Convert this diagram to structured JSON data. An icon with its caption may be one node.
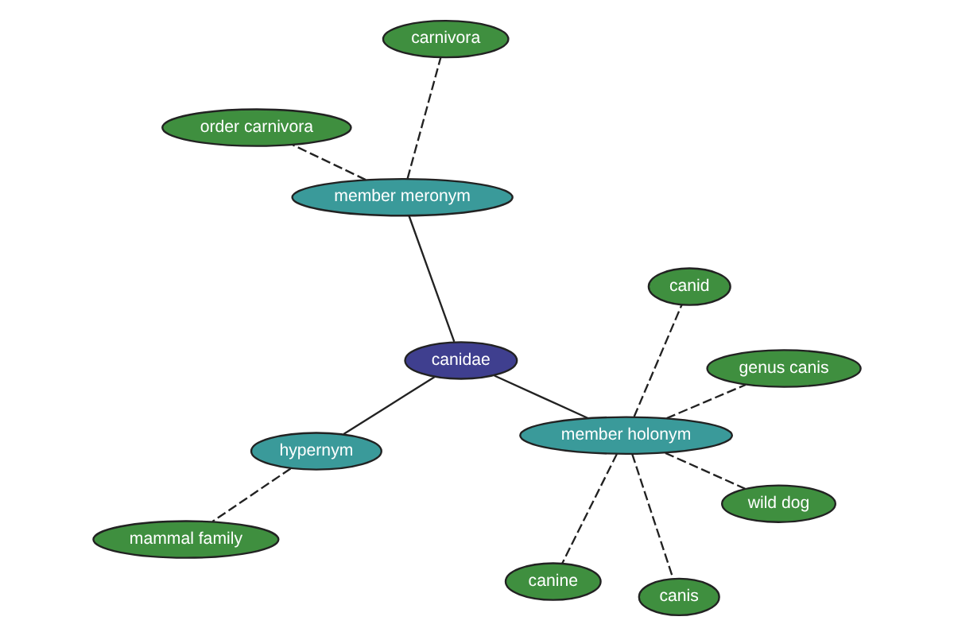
{
  "diagram": {
    "nodes": [
      {
        "text": [
          "order carnivora"
        ]
      },
      {
        "text": [
          "genus canis"
        ]
      },
      {
        "text": [
          "canine"
        ]
      },
      {
        "text": [
          "canid"
        ]
      },
      {
        "text": [
          "carnivora"
        ]
      },
      {
        "text": [
          "member meronym"
        ]
      },
      {
        "text": [
          "member holonym"
        ]
      },
      {
        "text": [
          "wild dog"
        ]
      },
      {
        "text": [
          "canidae"
        ]
      },
      {
        "text": [
          "canis"
        ]
      },
      {
        "text": [
          "mammal family"
        ]
      },
      {
        "text": [
          "hypernym"
        ]
      }
    ],
    "edges": [
      {
        "from": 8,
        "to": 5,
        "arrow": "none"
      },
      {
        "from": 8,
        "to": 6,
        "arrow": "none"
      },
      {
        "from": 8,
        "to": 11,
        "arrow": "none"
      },
      {
        "from": 5,
        "to": 0,
        "arrow": "none",
        "style": "dashed"
      },
      {
        "from": 5,
        "to": 4,
        "arrow": "none",
        "style": "dashed"
      },
      {
        "from": 6,
        "to": 2,
        "arrow": "none",
        "style": "dashed"
      },
      {
        "from": 6,
        "to": 1,
        "arrow": "none",
        "style": "dashed"
      },
      {
        "from": 6,
        "to": 3,
        "arrow": "none",
        "style": "dashed"
      },
      {
        "from": 6,
        "to": 7,
        "arrow": "none",
        "style": "dashed"
      },
      {
        "from": 6,
        "to": 9,
        "arrow": "none",
        "style": "dashed"
      },
      {
        "from": 11,
        "to": 10,
        "arrow": "none",
        "style": "dashed"
      }
    ]
  }
}
